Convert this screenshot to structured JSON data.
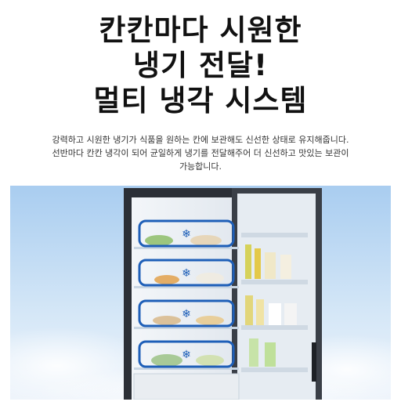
{
  "headline": {
    "line1": "칸칸마다 시원한",
    "line2": "냉기 전달!",
    "line3": "멀티 냉각 시스템"
  },
  "description": {
    "line1": "강력하고 시원한 냉기가 식품을 원하는 칸에 보관해도 신선한 상태로 유지해줍니다.",
    "line2": "선반마다 칸칸 냉각이 되어 균일하게 냉기를 전달해주어 더 신선하고 맛있는 보관이",
    "line3": "가능합니다."
  },
  "image": {
    "subject": "open-refrigerator-multi-cooling-illustration",
    "background_color": "#c9dff4",
    "airflow_color": "#1e5fb8",
    "fridge_body_color": "#2b2f36"
  }
}
